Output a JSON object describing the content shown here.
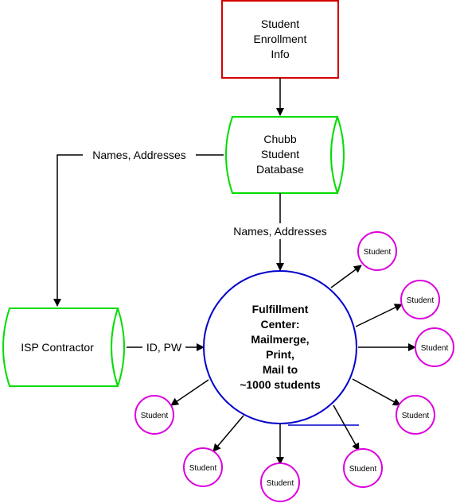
{
  "colors": {
    "source_border": "#d40000",
    "database_border": "#00dd00",
    "fulfillment_border": "#0000cc",
    "student_border": "#dd00dd",
    "connector": "#000000",
    "background": "#ffffff"
  },
  "nodes": {
    "student_enrollment": {
      "lines": [
        "Student",
        "Enrollment",
        "Info"
      ]
    },
    "chubb_database": {
      "lines": [
        "Chubb",
        "Student",
        "Database"
      ]
    },
    "isp_contractor": {
      "lines": [
        "ISP Contractor"
      ]
    },
    "fulfillment_center": {
      "lines": [
        "Fulfillment",
        "Center:",
        "Mailmerge,",
        "Print,",
        "Mail to",
        "~1000 students"
      ]
    },
    "students": [
      "Student",
      "Student",
      "Student",
      "Student",
      "Student",
      "Student",
      "Student",
      "Student"
    ]
  },
  "edge_labels": {
    "db_to_isp": "Names, Addresses",
    "db_to_fulfillment": "Names, Addresses",
    "isp_to_fulfillment": "ID, PW"
  }
}
